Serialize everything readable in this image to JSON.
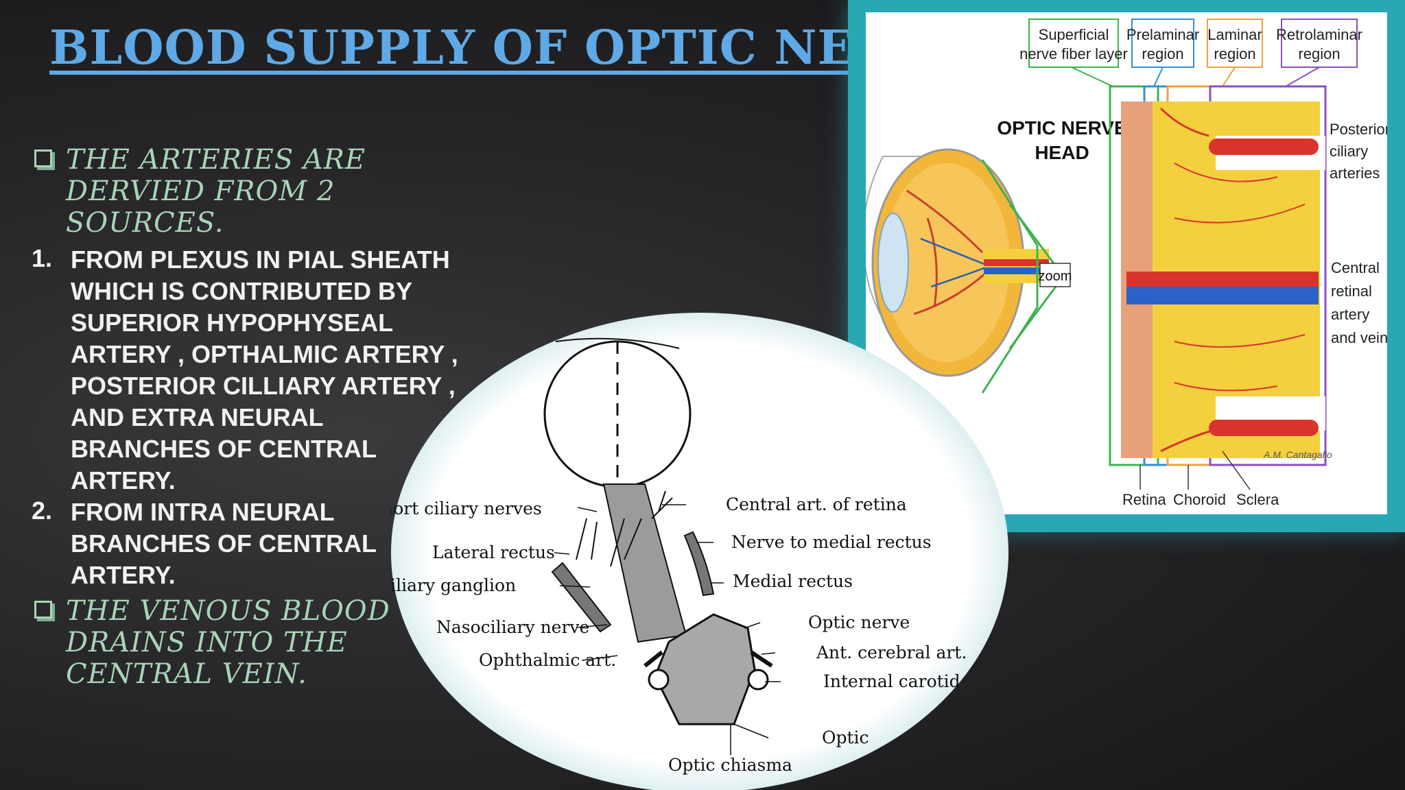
{
  "slide": {
    "title": "BLOOD SUPPLY OF OPTIC NERVE",
    "bullets": {
      "intro": "The arteries are dervied from 2 sources.",
      "item1_number": "1.",
      "item1": "FROM PLEXUS IN PIAL SHEATH WHICH IS CONTRIBUTED BY SUPERIOR HYPOPHYSEAL ARTERY , OPTHALMIC ARTERY , POSTERIOR CILLIARY ARTERY , AND EXTRA NEURAL BRANCHES OF CENTRAL ARTERY.",
      "item2_number": "2.",
      "item2": " FROM INTRA NEURAL BRANCHES OF CENTRAL ARTERY.",
      "venous": "The venous blood drains into the central vein."
    }
  },
  "optic_head_diagram": {
    "region_labels": [
      {
        "line1": "Superficial",
        "line2": "nerve fiber layer",
        "color": "#3cb44b"
      },
      {
        "line1": "Prelaminar",
        "line2": "region",
        "color": "#2f8fd8"
      },
      {
        "line1": "Laminar",
        "line2": "region",
        "color": "#f0a040"
      },
      {
        "line1": "Retrolaminar",
        "line2": "region",
        "color": "#8a4fc0"
      }
    ],
    "heading_line1": "OPTIC NERVE",
    "heading_line2": "HEAD",
    "zoom_label": "zoom",
    "right_labels": {
      "posterior": [
        "Posterior",
        "ciliary",
        "arteries"
      ],
      "central": [
        "Central",
        "retinal",
        "artery",
        "and vein"
      ]
    },
    "bottom_labels": [
      "Retina",
      "Choroid",
      "Sclera"
    ],
    "signature": "A.M. Cantagallo"
  },
  "orbit_diagram": {
    "labels_left": [
      "Short ciliary nerves",
      "Lateral rectus",
      "Ciliary ganglion",
      "Nasociliary nerve",
      "Ophthalmic art."
    ],
    "labels_right": [
      "Central art. of retina",
      "Nerve to medial rectus",
      "Medial rectus",
      "Optic nerve",
      "Ant. cerebral art.",
      "Internal carotid",
      "Optic"
    ],
    "label_bottom": "Optic chiasma"
  }
}
